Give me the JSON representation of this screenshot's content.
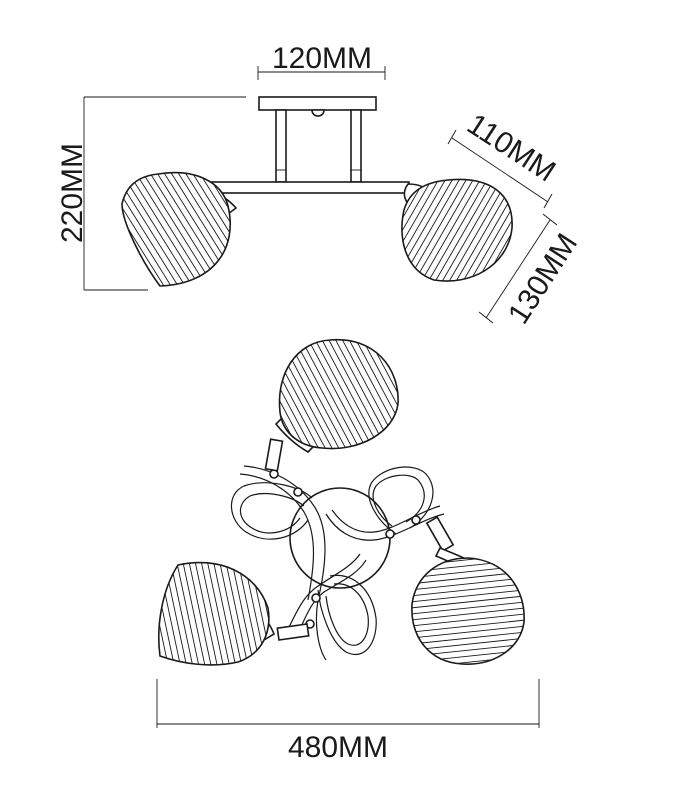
{
  "dimensions": {
    "canopy_width": "120MM",
    "total_height": "220MM",
    "shade_width": "110MM",
    "shade_height": "130MM",
    "total_diameter": "480MM"
  },
  "colors": {
    "line": "#1a1a1a",
    "background": "#ffffff"
  }
}
